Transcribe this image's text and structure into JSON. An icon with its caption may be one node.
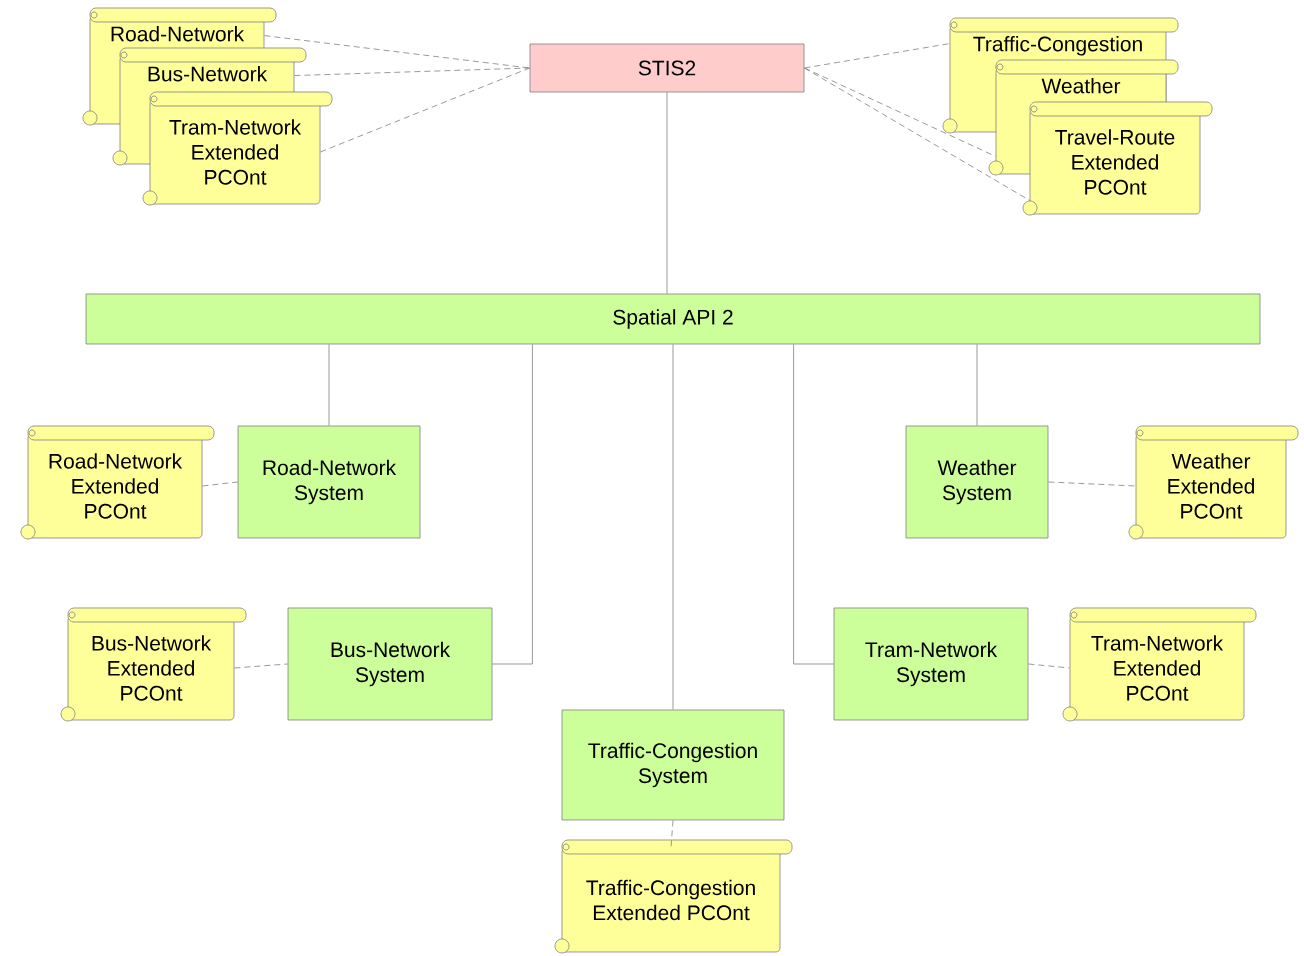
{
  "diagram": {
    "nodes": [
      {
        "text": [
          "Road-Network"
        ]
      },
      {
        "text": [
          "Bus-Network"
        ]
      },
      {
        "text": [
          "Tram-Network Extended PCOnt"
        ]
      },
      {
        "text": [
          "STIS2"
        ]
      },
      {
        "text": [
          "Traffic-Congestion"
        ]
      },
      {
        "text": [
          "Weather"
        ]
      },
      {
        "text": [
          "Travel-Route Extended PCOnt"
        ]
      },
      {
        "text": [
          "Spatial API 2"
        ]
      },
      {
        "text": [
          "Road-Network Extended PCOnt"
        ]
      },
      {
        "text": [
          "Road-Network System"
        ]
      },
      {
        "text": [
          "Weather System"
        ]
      },
      {
        "text": [
          "Weather Extended PCOnt"
        ]
      },
      {
        "text": [
          "Bus-Network Extended PCOnt"
        ]
      },
      {
        "text": [
          "Bus-Network System"
        ]
      },
      {
        "text": [
          "Tram-Network System"
        ]
      },
      {
        "text": [
          "Tram-Network Extended PCOnt"
        ]
      },
      {
        "text": [
          "Traffic-Congestion System"
        ]
      },
      {
        "text": [
          "Traffic-Congestion Extended PCOnt"
        ]
      }
    ],
    "edges": [
      {
        "from": 0,
        "to": 3,
        "arrow": "none",
        "style": "dashed"
      },
      {
        "from": 1,
        "to": 3,
        "arrow": "none",
        "style": "dashed"
      },
      {
        "from": 2,
        "to": 3,
        "arrow": "none",
        "style": "dashed"
      },
      {
        "from": 3,
        "to": 4,
        "arrow": "none",
        "style": "dashed"
      },
      {
        "from": 3,
        "to": 5,
        "arrow": "none",
        "style": "dashed"
      },
      {
        "from": 3,
        "to": 6,
        "arrow": "none",
        "style": "dashed"
      },
      {
        "from": 3,
        "to": 7,
        "arrow": "none"
      },
      {
        "from": 7,
        "to": 9,
        "arrow": "none"
      },
      {
        "from": 7,
        "to": 13,
        "arrow": "none"
      },
      {
        "from": 7,
        "to": 16,
        "arrow": "none"
      },
      {
        "from": 7,
        "to": 14,
        "arrow": "none"
      },
      {
        "from": 7,
        "to": 10,
        "arrow": "none"
      },
      {
        "from": 8,
        "to": 9,
        "arrow": "none",
        "style": "dashed"
      },
      {
        "from": 12,
        "to": 13,
        "arrow": "none",
        "style": "dashed"
      },
      {
        "from": 10,
        "to": 11,
        "arrow": "none",
        "style": "dashed"
      },
      {
        "from": 14,
        "to": 15,
        "arrow": "none",
        "style": "dashed"
      },
      {
        "from": 16,
        "to": 17,
        "arrow": "none",
        "style": "dashed"
      }
    ]
  }
}
